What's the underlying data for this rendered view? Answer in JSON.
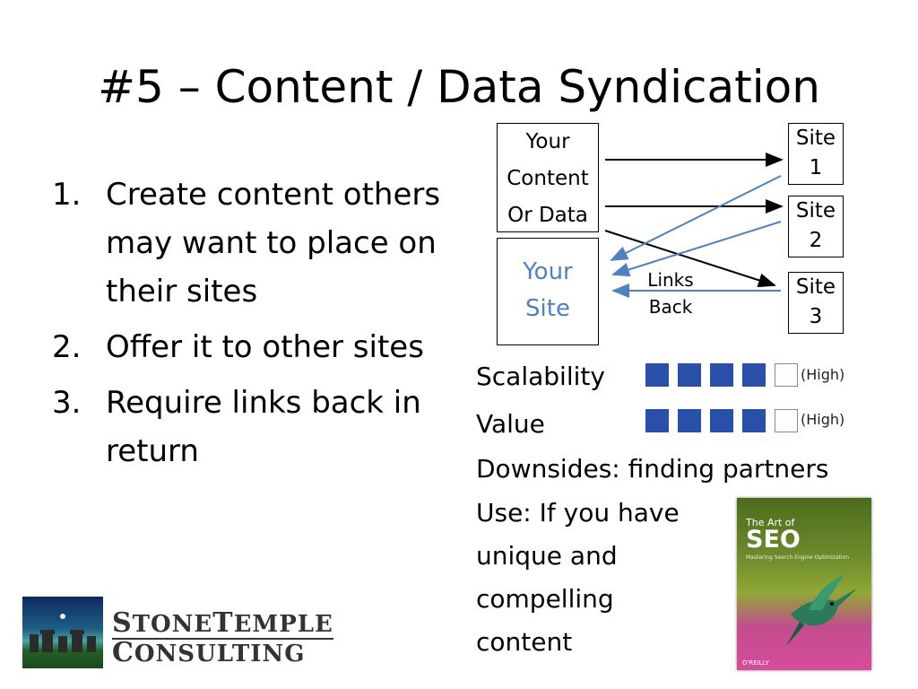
{
  "slide": {
    "title": "#5 – Content / Data Syndication"
  },
  "steps": [
    {
      "num": "1.",
      "text": "Create content others may want to place on their sites"
    },
    {
      "num": "2.",
      "text": "Offer it to other sites"
    },
    {
      "num": "3.",
      "text": "Require links back in return"
    }
  ],
  "diagram": {
    "content_box": [
      "Your",
      "Content",
      "Or Data"
    ],
    "your_site_box": [
      "Your",
      "Site"
    ],
    "sites": [
      {
        "line1": "Site",
        "line2": "1"
      },
      {
        "line1": "Site",
        "line2": "2"
      },
      {
        "line1": "Site",
        "line2": "3"
      }
    ],
    "links_back": [
      "Links",
      "Back"
    ],
    "colors": {
      "outgoing_arrow": "#000000",
      "return_arrow": "#4f81bd",
      "your_site_text": "#4f81bd"
    }
  },
  "ratings": [
    {
      "label": "Scalability",
      "filled": 4,
      "total": 5,
      "suffix": "(High)"
    },
    {
      "label": "Value",
      "filled": 4,
      "total": 5,
      "suffix": "(High)"
    }
  ],
  "rating_colors": {
    "filled": "#2a4fa8",
    "empty_border": "#6f8fc0"
  },
  "downsides": "Downsides: finding partners",
  "use_lines": [
    "Use: If you have",
    "unique and",
    "compelling",
    "content"
  ],
  "book": {
    "title_small": "The Art of",
    "title_large": "SEO",
    "subtitle": "Mastering Search Engine Optimization",
    "publisher": "O'REILLY"
  },
  "logo": {
    "line1_cap": "S",
    "line1_rest": "TONE",
    "line1_cap2": "T",
    "line1_rest2": "EMPLE",
    "line2_cap": "C",
    "line2_rest": "ONSULTING"
  }
}
